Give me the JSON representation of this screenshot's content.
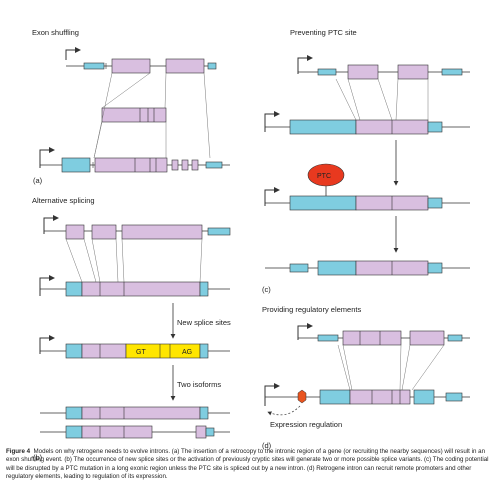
{
  "colors": {
    "exon_mauve": "#d9bfe0",
    "exon_blue": "#7fcde0",
    "highlight_yellow": "#ffe600",
    "ptc_red": "#e8391f",
    "regulatory_orange": "#e8541f",
    "line": "#333333"
  },
  "panels": {
    "a": {
      "title": "Exon shuffling",
      "label": "(a)"
    },
    "b": {
      "title": "Alternative splicing",
      "label": "(b)",
      "step1": "New splice sites",
      "step2": "Two isoforms",
      "gt": "GT",
      "ag": "AG"
    },
    "c": {
      "title": "Preventing PTC site",
      "label": "(c)",
      "ptc": "PTC"
    },
    "d": {
      "title": "Providing regulatory elements",
      "label": "(d)",
      "regulation": "Expression regulation"
    }
  },
  "caption": {
    "lead": "Figure 4",
    "text": "Models on why retrogene needs to evolve introns. (a) The insertion of a retrocopy to the intronic region of a gene (or recruiting the nearby sequences) will result in an exon shuffling event. (b) The occurrence of new splice sites or the activation of previously cryptic sites will generate two or more possible splice variants. (c) The coding potential will be disrupted by a PTC mutation in a long exonic region unless the PTC site is spliced out by a new intron. (d) Retrogene intron can recruit remote promoters and other regulatory elements, leading to regulation of its expression."
  }
}
